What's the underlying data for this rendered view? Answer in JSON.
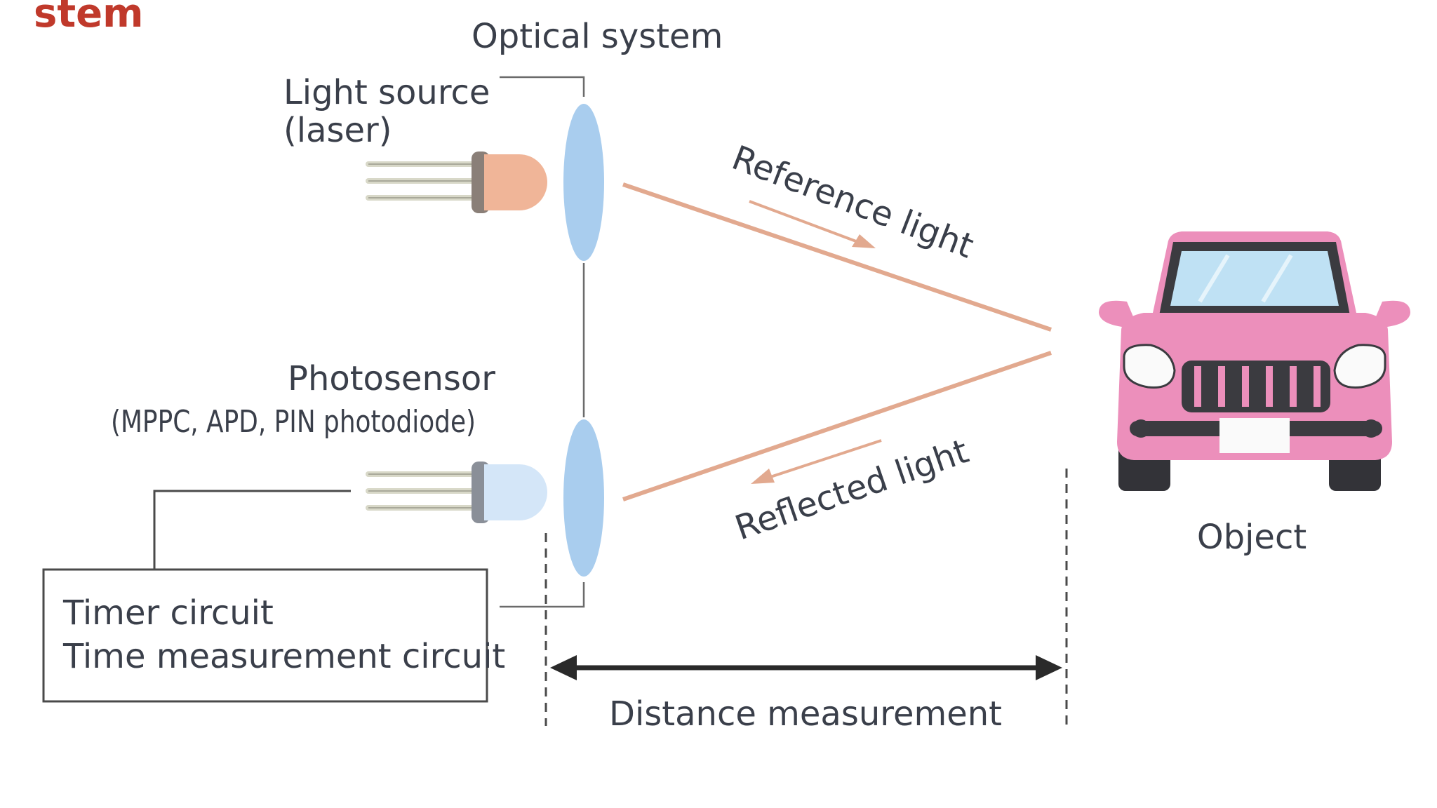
{
  "header": {
    "cut_title": "stem",
    "cut_title_color": "#c0392b"
  },
  "labels": {
    "optical_system": "Optical system",
    "light_source_line1": "Light source",
    "light_source_line2": "(laser)",
    "reference_light": "Reference light",
    "photosensor_line1": "Photosensor",
    "photosensor_line2": "(MPPC, APD, PIN photodiode)",
    "reflected_light": "Reflected light",
    "object": "Object",
    "timer_line1": "Timer circuit",
    "timer_line2": "Time measurement circuit",
    "distance_measurement": "Distance measurement"
  },
  "colors": {
    "text": "#3a3f4a",
    "beam": "#e2a98f",
    "lens": "#a9cdee",
    "laser_dome": "#f0b598",
    "sensor_dome": "#d4e6f8",
    "car_body": "#ec8fbb",
    "car_dark": "#3b3b40",
    "windshield": "#bfe1f4",
    "line": "#4a4a4a"
  },
  "icons": {
    "light_source": "laser-diode-icon",
    "photosensor": "photodiode-icon",
    "object": "car-icon",
    "lens": "lens-icon"
  }
}
